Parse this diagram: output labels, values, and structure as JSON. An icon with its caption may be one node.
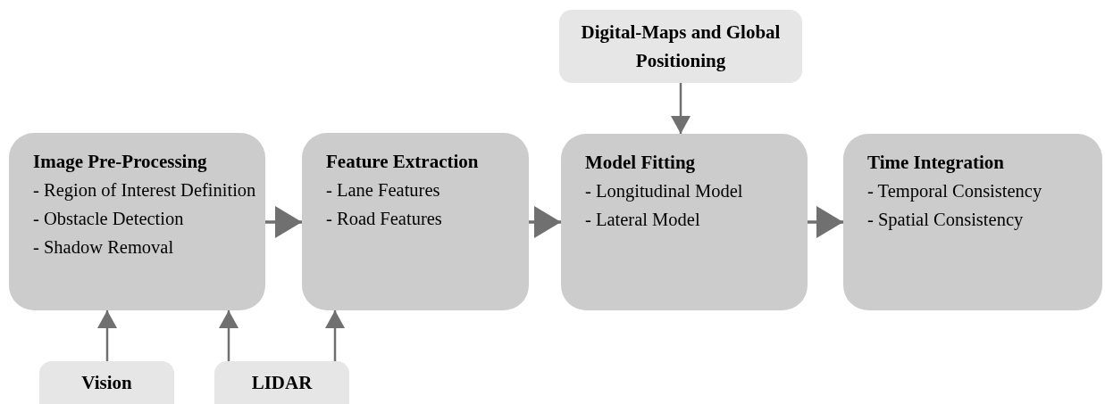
{
  "diagram": {
    "nodes": [
      {
        "text": [
          "Digital-Maps and Global Positioning"
        ]
      },
      {
        "text": [
          "Image Pre-Processing",
          "- Region of Interest Definition",
          "- Obstacle Detection",
          "- Shadow Removal"
        ]
      },
      {
        "text": [
          "Feature Extraction",
          "- Lane Features",
          "- Road Features"
        ]
      },
      {
        "text": [
          "Model Fitting",
          "- Longitudinal Model",
          "- Lateral Model"
        ]
      },
      {
        "text": [
          "Time Integration",
          "- Temporal Consistency",
          "- Spatial Consistency"
        ]
      },
      {
        "text": [
          "Vision"
        ]
      },
      {
        "text": [
          "LIDAR"
        ]
      }
    ],
    "edges": [
      {
        "from": 0,
        "to": 3,
        "arrow": "to"
      },
      {
        "from": 1,
        "to": 2,
        "arrow": "to"
      },
      {
        "from": 2,
        "to": 3,
        "arrow": "to"
      },
      {
        "from": 3,
        "to": 4,
        "arrow": "to"
      },
      {
        "from": 5,
        "to": 1,
        "arrow": "to"
      },
      {
        "from": 6,
        "to": 1,
        "arrow": "to"
      },
      {
        "from": 6,
        "to": 2,
        "arrow": "to"
      }
    ]
  }
}
